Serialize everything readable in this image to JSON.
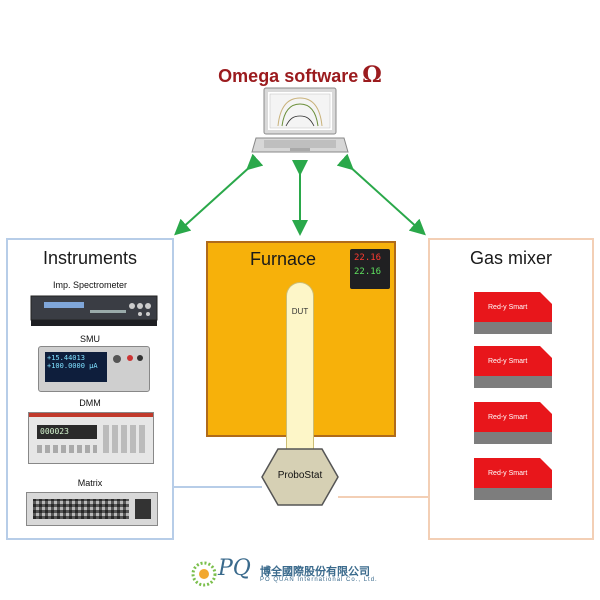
{
  "header": {
    "title": "Omega software",
    "title_symbol": "Ω"
  },
  "panels": {
    "instruments": {
      "title": "Instruments",
      "items": [
        {
          "label": "Imp. Spectrometer"
        },
        {
          "label": "SMU"
        },
        {
          "label": "DMM"
        },
        {
          "label": "Matrix"
        }
      ]
    },
    "furnace": {
      "title": "Furnace",
      "controller_readout_top": "22.16",
      "controller_readout_bottom": "22.16"
    },
    "gas_mixer": {
      "title": "Gas mixer",
      "units": [
        {
          "label": "Red-y Smart"
        },
        {
          "label": "Red-y Smart"
        },
        {
          "label": "Red-y Smart"
        },
        {
          "label": "Red-y Smart"
        }
      ]
    }
  },
  "sample": {
    "dut_label": "DUT",
    "holder_label": "ProboStat"
  },
  "smu_display": {
    "line1": "+15.44013",
    "line2": "+100.0000 µA"
  },
  "dmm_display": {
    "line1": "000023"
  },
  "footer": {
    "company_name": "博全國際股份有限公司",
    "company_sub": "PO QUAN International Co., Ltd.",
    "logo_mark": "PQ"
  },
  "colors": {
    "title": "#9b1b1e",
    "arrow": "#2aa84a",
    "furnace": "#f7b10a",
    "instruments_border": "#b7cde8",
    "gas_border": "#f3cfb5",
    "redy": "#e8161b"
  }
}
